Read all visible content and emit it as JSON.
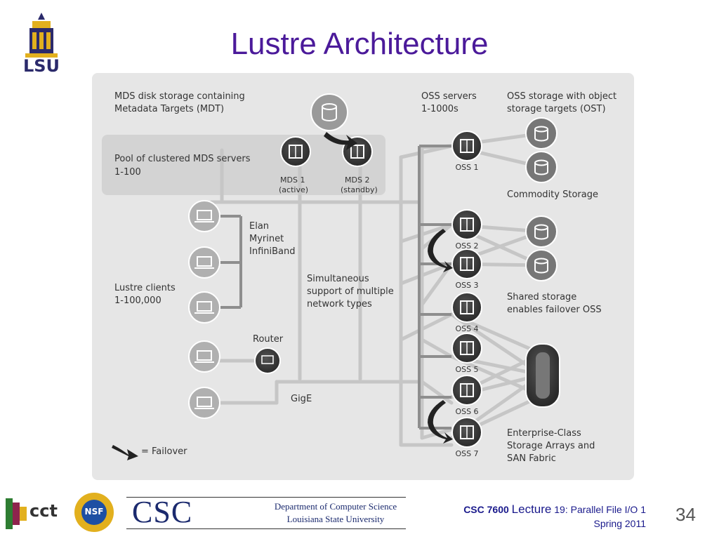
{
  "slide": {
    "title": "Lustre Architecture",
    "number": "34",
    "course_code": "CSC 7600",
    "course_lecture_word": "Lecture",
    "course_lecture_rest": "19: Parallel File I/O 1",
    "course_term": "Spring 2011"
  },
  "logos": {
    "lsu_text": "LSU",
    "cct_text": "cct",
    "nsf_text": "NSF",
    "csc_text": "CSC",
    "dept_line1": "Department of Computer Science",
    "dept_line2": "Louisiana State University"
  },
  "diagram": {
    "mds_disk_line1": "MDS disk storage containing",
    "mds_disk_line2": "Metadata Targets (MDT)",
    "pool_line1": "Pool of clustered MDS servers",
    "pool_line2": "1-100",
    "mds1_name": "MDS 1",
    "mds1_state": "(active)",
    "mds2_name": "MDS 2",
    "mds2_state": "(standby)",
    "oss_servers_line1": "OSS servers",
    "oss_servers_line2": "1-1000s",
    "oss_storage_line1": "OSS storage with object",
    "oss_storage_line2": "storage targets (OST)",
    "commodity_storage": "Commodity Storage",
    "shared_line1": "Shared storage",
    "shared_line2": "enables failover OSS",
    "enterprise_line1": "Enterprise-Class",
    "enterprise_line2": "Storage Arrays and",
    "enterprise_line3": "SAN Fabric",
    "net1": "Elan",
    "net2": "Myrinet",
    "net3": "InfiniBand",
    "clients_line1": "Lustre clients",
    "clients_line2": "1-100,000",
    "simul_line1": "Simultaneous",
    "simul_line2": "support of multiple",
    "simul_line3": "network types",
    "router": "Router",
    "gige": "GigE",
    "failover_legend": "= Failover",
    "oss_labels": [
      "OSS 1",
      "OSS 2",
      "OSS 3",
      "OSS 4",
      "OSS 5",
      "OSS 6",
      "OSS 7"
    ]
  },
  "colors": {
    "title": "#4b1a9a",
    "panel": "#e6e6e6",
    "dark_node": "#3a3a3a",
    "light_node": "#a8a8a8",
    "link": "#c2c2c2",
    "link_dark": "#8a8a8a"
  }
}
